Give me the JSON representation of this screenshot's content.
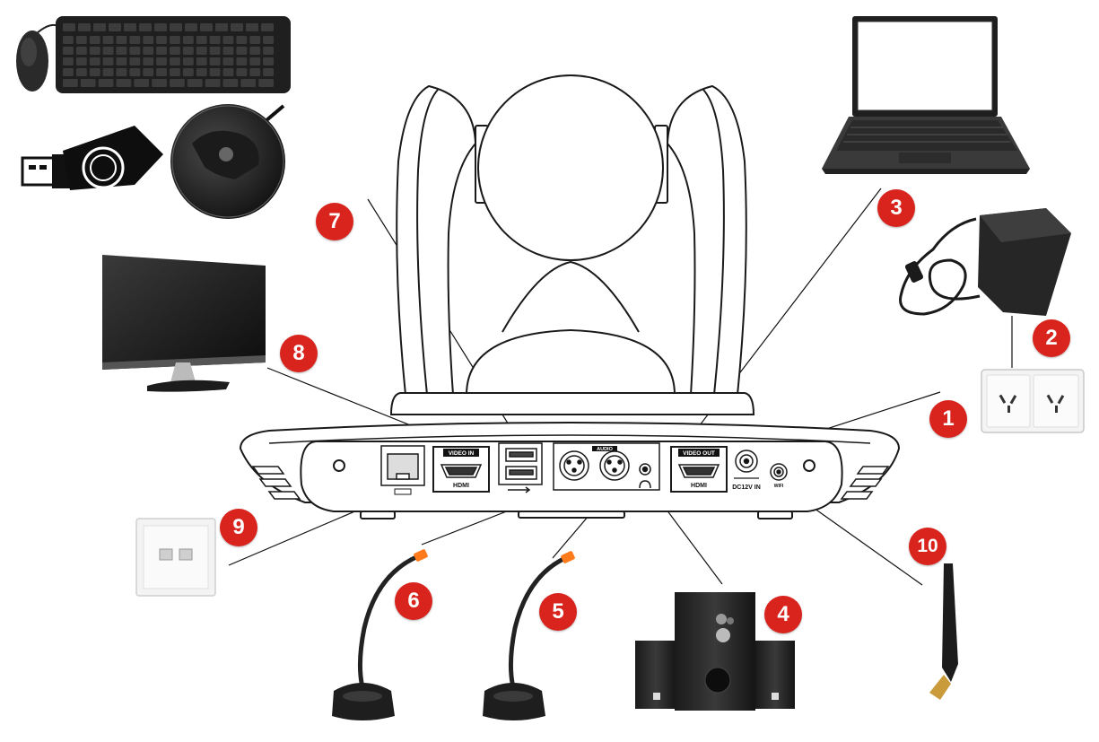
{
  "colors": {
    "callout": "#d9231d",
    "device_dark": "#2b2b2b",
    "outline": "#1a1a1a",
    "panel_light": "#f4f4f4"
  },
  "callouts": [
    {
      "id": "1",
      "target": "power-outlet"
    },
    {
      "id": "2",
      "target": "power-adapter"
    },
    {
      "id": "3",
      "target": "laptop"
    },
    {
      "id": "4",
      "target": "speaker-system"
    },
    {
      "id": "5",
      "target": "gooseneck-microphone-right"
    },
    {
      "id": "6",
      "target": "gooseneck-microphone-left"
    },
    {
      "id": "7",
      "target": "usb-devices"
    },
    {
      "id": "8",
      "target": "monitor"
    },
    {
      "id": "9",
      "target": "network-wall-socket"
    },
    {
      "id": "10",
      "target": "antenna"
    }
  ],
  "ports": {
    "video_in": "VIDEO IN",
    "hdmi_in": "HDMI",
    "audio": "AUDIO",
    "video_out": "VIDEO OUT",
    "hdmi_out": "HDMI",
    "dc_in": "DC12V IN",
    "antenna": "WIFI"
  }
}
